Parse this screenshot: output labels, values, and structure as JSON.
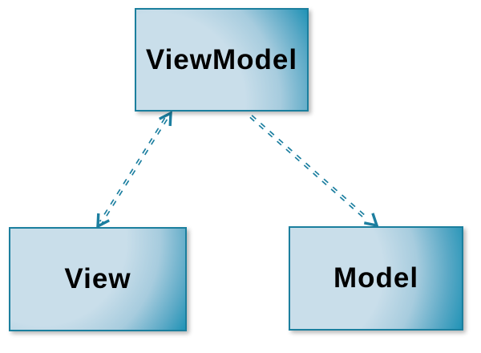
{
  "diagram": {
    "type": "architecture-diagram",
    "nodes": [
      {
        "id": "viewmodel",
        "label": "ViewModel"
      },
      {
        "id": "view",
        "label": "View"
      },
      {
        "id": "model",
        "label": "Model"
      }
    ],
    "edges": [
      {
        "from": "ViewModel",
        "to": "View",
        "line_style": "double-dashed",
        "arrows": "both"
      },
      {
        "from": "ViewModel",
        "to": "Model",
        "line_style": "double-dashed",
        "arrows": "forward"
      }
    ],
    "colors": {
      "node_border": "#1b7f9e",
      "connector": "#1d7fa0",
      "node_fill_light": "#c9deea",
      "node_fill_dark": "#2193b6",
      "label_text": "#000000",
      "background": "#ffffff"
    }
  }
}
